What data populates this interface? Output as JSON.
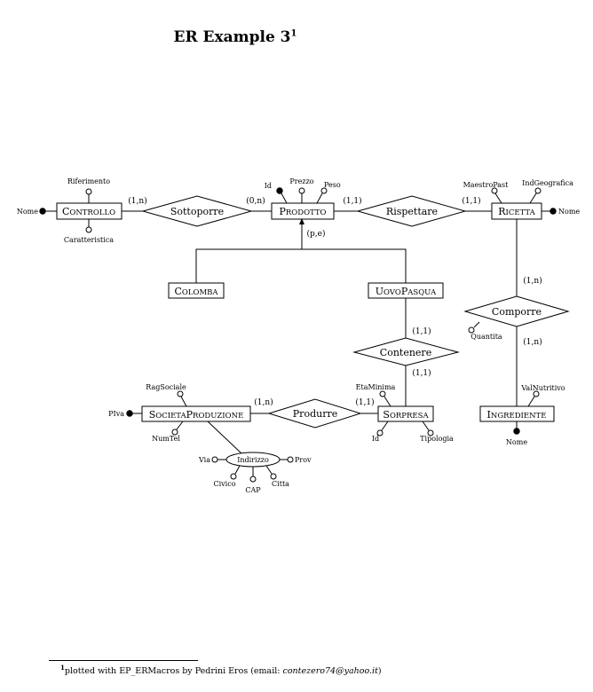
{
  "title": {
    "text": "ER Example 3",
    "mark": "1"
  },
  "entities": {
    "controllo": {
      "first": "C",
      "rest": "ONTROLLO"
    },
    "prodotto": {
      "first": "P",
      "rest": "RODOTTO"
    },
    "ricetta": {
      "first": "R",
      "rest": "ICETTA"
    },
    "colomba": {
      "first": "C",
      "rest": "OLOMBA"
    },
    "uovopasqua": {
      "first": "U",
      "rest": "OVO",
      "first2": "P",
      "rest2": "ASQUA"
    },
    "societaproduzione": {
      "first": "S",
      "rest": "OCIETA",
      "first2": "P",
      "rest2": "RODUZIONE"
    },
    "sorpresa": {
      "first": "S",
      "rest": "ORPRESA"
    },
    "ingrediente": {
      "first": "I",
      "rest": "NGREDIENTE"
    }
  },
  "relationships": {
    "sottoporre": "Sottoporre",
    "rispettare": "Rispettare",
    "comporre": "Comporre",
    "contenere": "Contenere",
    "produrre": "Produrre"
  },
  "attributes": {
    "controllo_nome": "Nome",
    "controllo_riferimento": "Riferimento",
    "controllo_caratteristica": "Caratteristica",
    "prodotto_id": "Id",
    "prodotto_prezzo": "Prezzo",
    "prodotto_peso": "Peso",
    "ricetta_maestropast": "MaestroPast",
    "ricetta_indgeografica": "IndGeografica",
    "ricetta_nome": "Nome",
    "comporre_quantita": "Quantita",
    "ingrediente_valnutritivo": "ValNutritivo",
    "ingrediente_nome": "Nome",
    "sorpresa_etaminima": "EtaMinima",
    "sorpresa_id": "Id",
    "sorpresa_tipologia": "Tipologia",
    "societa_ragsociale": "RagSociale",
    "societa_piva": "PIva",
    "societa_numtel": "NumTel",
    "indirizzo": "Indirizzo",
    "indirizzo_via": "Via",
    "indirizzo_prov": "Prov",
    "indirizzo_civico": "Civico",
    "indirizzo_cap": "CAP",
    "indirizzo_citta": "Citta"
  },
  "cardinalities": {
    "controllo_sottoporre": "(1,n)",
    "prodotto_sottoporre": "(0,n)",
    "prodotto_rispettare": "(1,1)",
    "ricetta_rispettare": "(1,1)",
    "ricetta_comporre": "(1,n)",
    "ingrediente_comporre": "(1,n)",
    "uovopasqua_contenere": "(1,1)",
    "sorpresa_contenere": "(1,1)",
    "societa_produrre": "(1,n)",
    "sorpresa_produrre": "(1,1)",
    "generalization": "(p,e)"
  },
  "footnote": {
    "mark": "1",
    "text": "plotted with EP_ERMacros by Pedrini Eros (email: ",
    "email": "contezero74@yahoo.it",
    "close": ")"
  }
}
